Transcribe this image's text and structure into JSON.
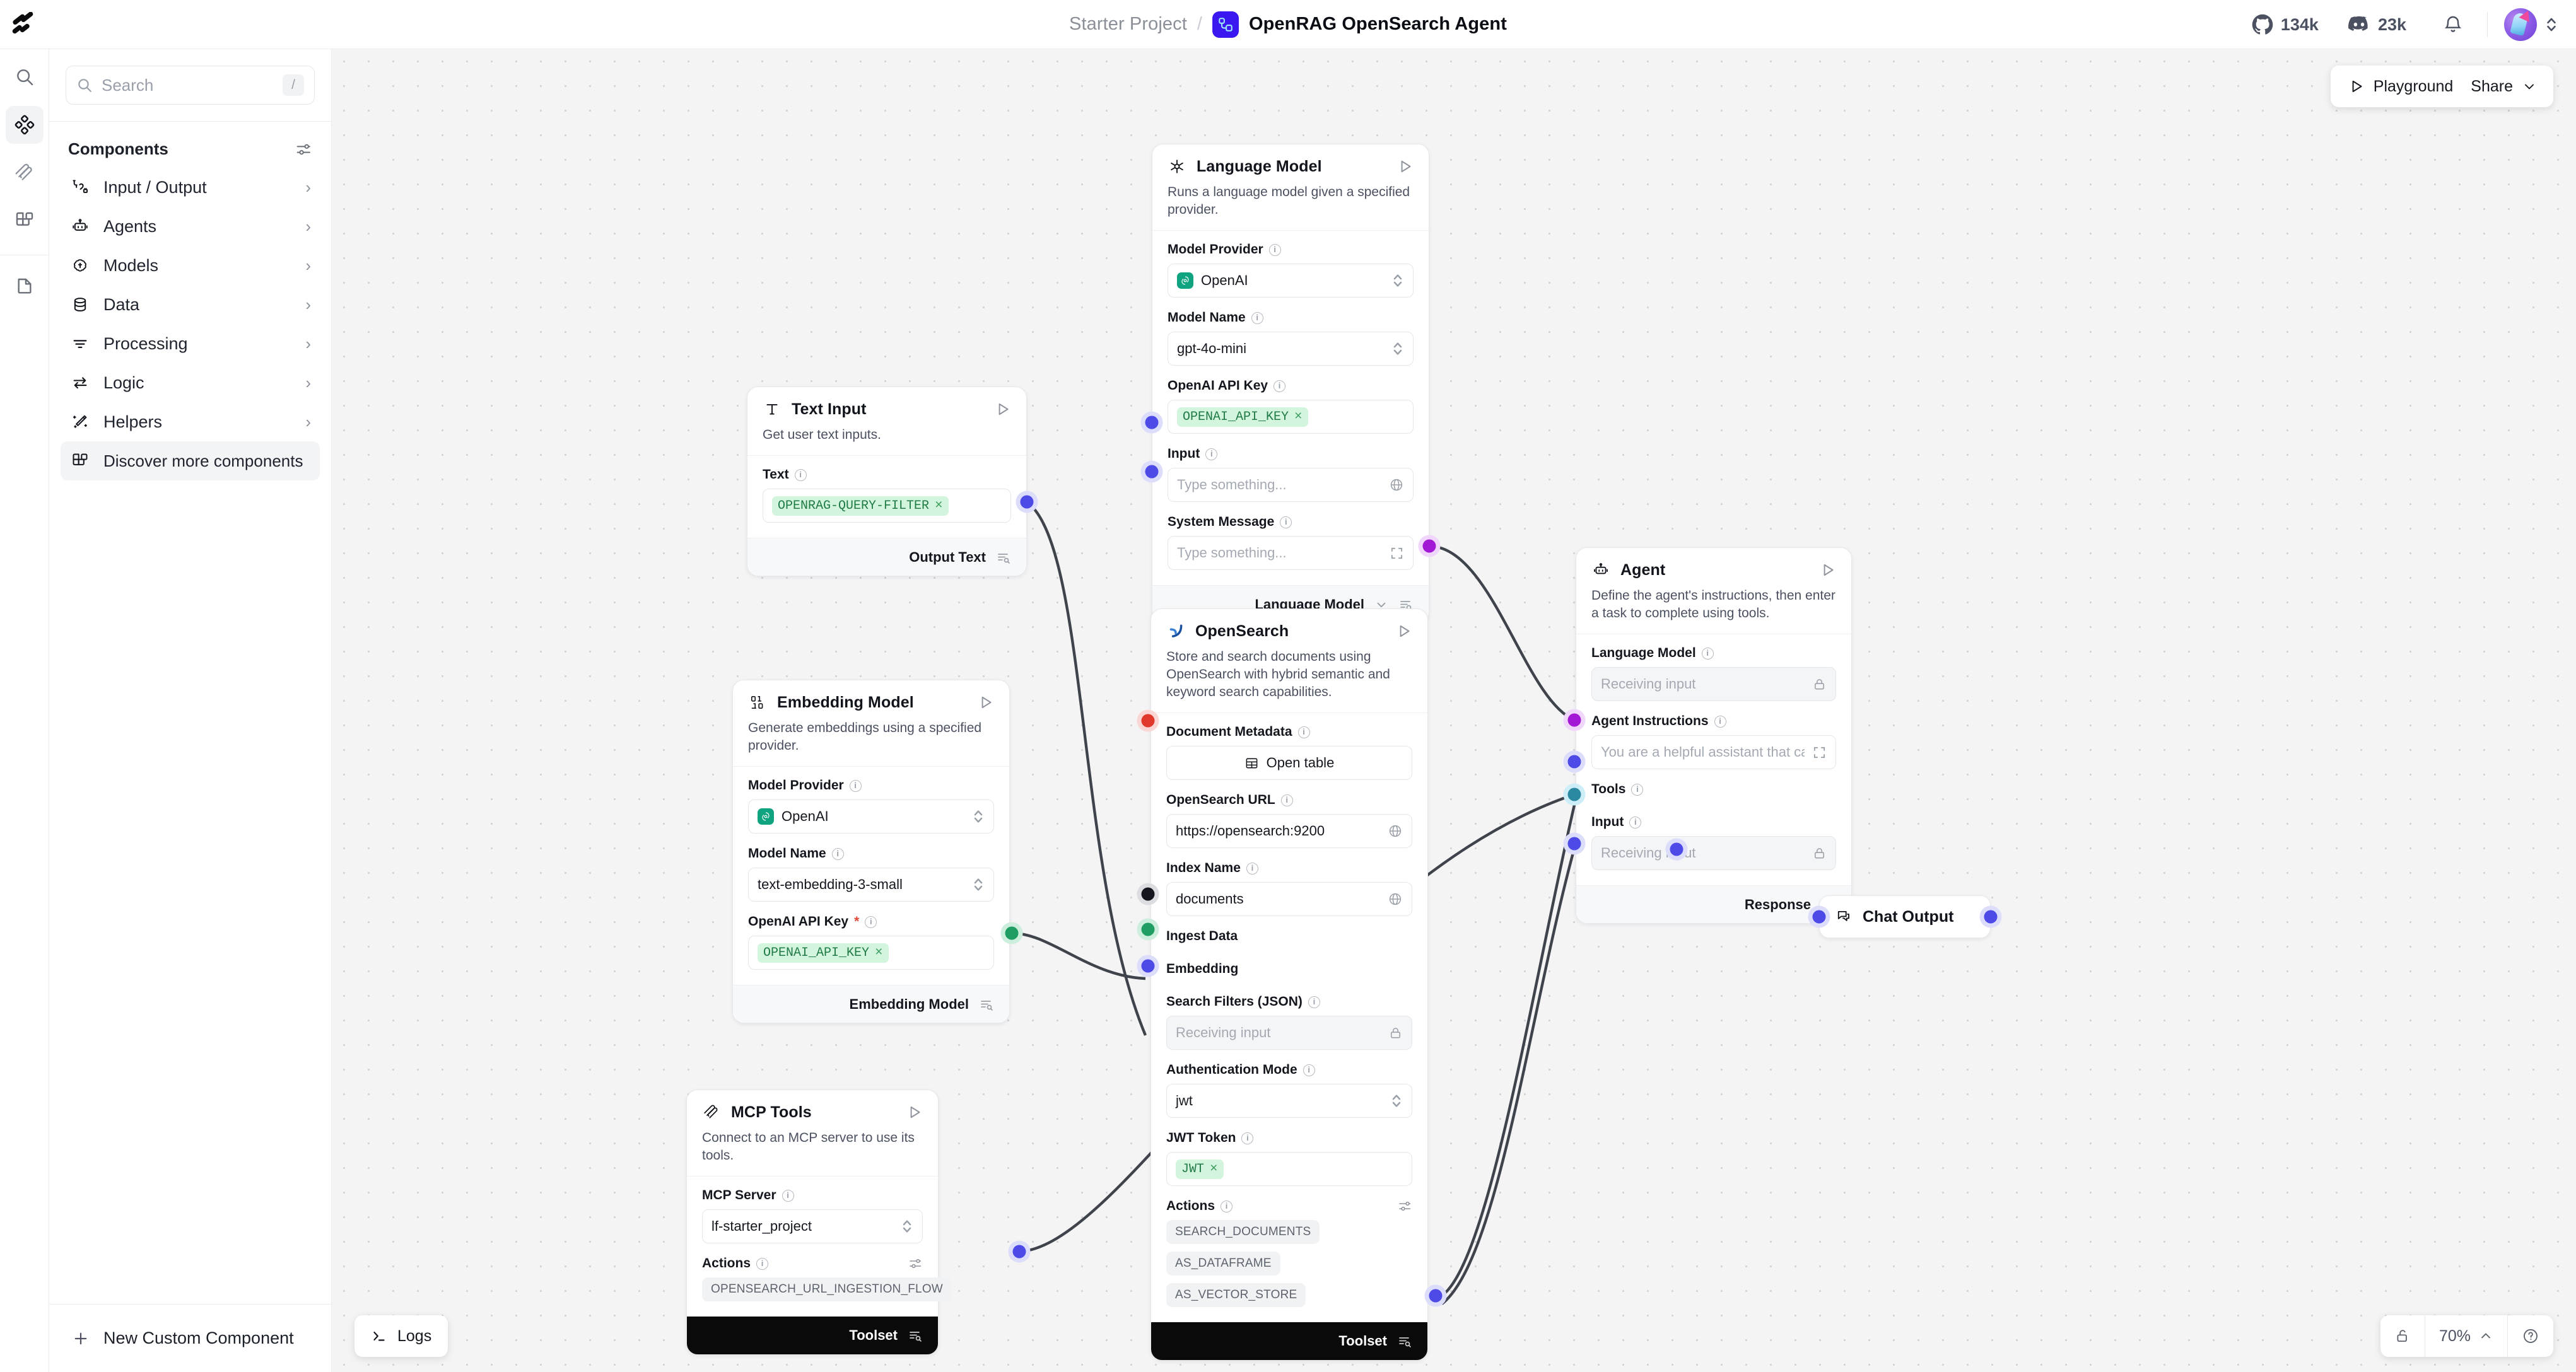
{
  "topbar": {
    "logo_icon": "langflow-logo-icon",
    "breadcrumb_project": "Starter Project",
    "breadcrumb_separator": "/",
    "flow_icon": "flow-chip-icon",
    "breadcrumb_flow": "OpenRAG OpenSearch Agent",
    "github_icon": "github-icon",
    "github_count": "134k",
    "discord_icon": "discord-icon",
    "discord_count": "23k",
    "bell_icon": "bell-icon",
    "avatar_icon": "user-avatar",
    "account_chevron_icon": "chevron-updown-icon"
  },
  "rail": {
    "items": [
      {
        "icon": "search-icon",
        "active": false
      },
      {
        "icon": "components-diamond-icon",
        "active": true
      },
      {
        "icon": "mcp-stack-icon",
        "active": false
      },
      {
        "icon": "blocks-icon",
        "active": false
      },
      {
        "icon": "file-icon",
        "active": false
      }
    ]
  },
  "sidebar": {
    "search": {
      "placeholder": "Search",
      "icon": "search-icon",
      "shortcut": "/"
    },
    "section_title": "Components",
    "filter_icon": "sliders-icon",
    "items": [
      {
        "label": "Input / Output",
        "icon": "input-output-icon",
        "caret": "chevron-right-icon"
      },
      {
        "label": "Agents",
        "icon": "robot-icon",
        "caret": "chevron-right-icon"
      },
      {
        "label": "Models",
        "icon": "brain-icon",
        "caret": "chevron-right-icon"
      },
      {
        "label": "Data",
        "icon": "database-icon",
        "caret": "chevron-right-icon"
      },
      {
        "label": "Processing",
        "icon": "filter-lines-icon",
        "caret": "chevron-right-icon"
      },
      {
        "label": "Logic",
        "icon": "arrows-swap-icon",
        "caret": "chevron-right-icon"
      },
      {
        "label": "Helpers",
        "icon": "wand-icon",
        "caret": "chevron-right-icon"
      }
    ],
    "discover": {
      "label": "Discover more components",
      "icon": "blocks-icon"
    },
    "footer": {
      "label": "New Custom Component",
      "icon": "plus-icon"
    }
  },
  "canvas_controls": {
    "playground_label": "Playground",
    "playground_icon": "play-icon",
    "share_label": "Share",
    "share_chevron_icon": "chevron-down-icon",
    "logs_label": "Logs",
    "logs_icon": "terminal-icon",
    "lock_icon": "unlock-icon",
    "zoom_level": "70%",
    "zoom_chevron_icon": "chevron-up-icon",
    "help_icon": "question-circle-icon"
  },
  "nodes": {
    "text_input": {
      "icon": "text-type-icon",
      "title": "Text Input",
      "description": "Get user text inputs.",
      "play_icon": "play-icon",
      "fields": [
        {
          "label": "Text",
          "info_icon": "info-icon",
          "chip": "OPENRAG-QUERY-FILTER",
          "chip_close_icon": "close-icon"
        }
      ],
      "output_label": "Output Text",
      "output_icon": "list-search-icon"
    },
    "language_model": {
      "icon": "language-model-icon",
      "title": "Language Model",
      "description": "Runs a language model given a specified provider.",
      "play_icon": "play-icon",
      "model_provider_label": "Model Provider",
      "model_provider_value": "OpenAI",
      "model_provider_badge": "openai-logo-icon",
      "model_name_label": "Model Name",
      "model_name_value": "gpt-4o-mini",
      "api_key_label": "OpenAI API Key",
      "api_key_chip": "OPENAI_API_KEY",
      "input_label": "Input",
      "input_placeholder": "Type something...",
      "input_trail_icon": "globe-icon",
      "system_message_label": "System Message",
      "system_message_placeholder": "Type something...",
      "system_message_trail_icon": "expand-icon",
      "output_label": "Language Model",
      "output_chevron_icon": "chevron-down-icon",
      "output_icon": "list-search-icon"
    },
    "embedding_model": {
      "icon": "binary-icon",
      "title": "Embedding Model",
      "description": "Generate embeddings using a specified provider.",
      "play_icon": "play-icon",
      "model_provider_label": "Model Provider",
      "model_provider_value": "OpenAI",
      "model_provider_badge": "openai-logo-icon",
      "model_name_label": "Model Name",
      "model_name_value": "text-embedding-3-small",
      "api_key_label": "OpenAI API Key",
      "api_key_required": "*",
      "api_key_chip": "OPENAI_API_KEY",
      "output_label": "Embedding Model",
      "output_icon": "list-search-icon"
    },
    "mcp_tools": {
      "icon": "mcp-stack-icon",
      "title": "MCP Tools",
      "description": "Connect to an MCP server to use its tools.",
      "play_icon": "play-icon",
      "server_label": "MCP Server",
      "server_value": "lf-starter_project",
      "actions_label": "Actions",
      "actions_filter_icon": "sliders-icon",
      "action_pills": [
        "OPENSEARCH_URL_INGESTION_FLOW"
      ],
      "output_label": "Toolset",
      "output_icon": "list-search-icon"
    },
    "opensearch": {
      "icon": "opensearch-logo-icon",
      "title": "OpenSearch",
      "description": "Store and search documents using OpenSearch with hybrid semantic and keyword search capabilities.",
      "play_icon": "play-icon",
      "metadata_label": "Document Metadata",
      "metadata_button": "Open table",
      "metadata_button_icon": "table-icon",
      "url_label": "OpenSearch URL",
      "url_value": "https://opensearch:9200",
      "url_trail_icon": "globe-icon",
      "index_label": "Index Name",
      "index_value": "documents",
      "index_trail_icon": "globe-icon",
      "ingest_label": "Ingest Data",
      "embedding_label": "Embedding",
      "filters_label": "Search Filters (JSON)",
      "filters_placeholder": "Receiving input",
      "filters_trail_icon": "lock-icon",
      "auth_label": "Authentication Mode",
      "auth_value": "jwt",
      "jwt_label": "JWT Token",
      "jwt_chip": "JWT",
      "actions_label": "Actions",
      "actions_filter_icon": "sliders-icon",
      "action_pills": [
        "SEARCH_DOCUMENTS",
        "AS_DATAFRAME",
        "AS_VECTOR_STORE"
      ],
      "output_label": "Toolset",
      "output_icon": "list-search-icon"
    },
    "agent": {
      "icon": "robot-icon",
      "title": "Agent",
      "description": "Define the agent's instructions, then enter a task to complete using tools.",
      "play_icon": "play-icon",
      "language_model_label": "Language Model",
      "language_model_placeholder": "Receiving input",
      "language_model_trail_icon": "lock-icon",
      "instructions_label": "Agent Instructions",
      "instructions_placeholder": "You are a helpful assistant that can",
      "instructions_trail_icon": "expand-icon",
      "tools_label": "Tools",
      "input_label": "Input",
      "input_placeholder": "Receiving input",
      "input_trail_icon": "lock-icon",
      "output_label": "Response",
      "output_icon": "list-search-icon"
    },
    "chat_output": {
      "icon": "chat-bubbles-icon",
      "title": "Chat Output"
    }
  },
  "colors": {
    "accent": "#3b18f0",
    "handle_indigo": "#4d4ae8",
    "handle_purple": "#a318d4",
    "handle_teal": "#2c8aa0",
    "handle_green": "#1f9d62",
    "handle_red": "#e0392c",
    "handle_black": "#13161c",
    "chip_green_bg": "#d4f5dd",
    "chip_green_fg": "#1f7a45",
    "canvas_bg": "#f4f4f5"
  }
}
